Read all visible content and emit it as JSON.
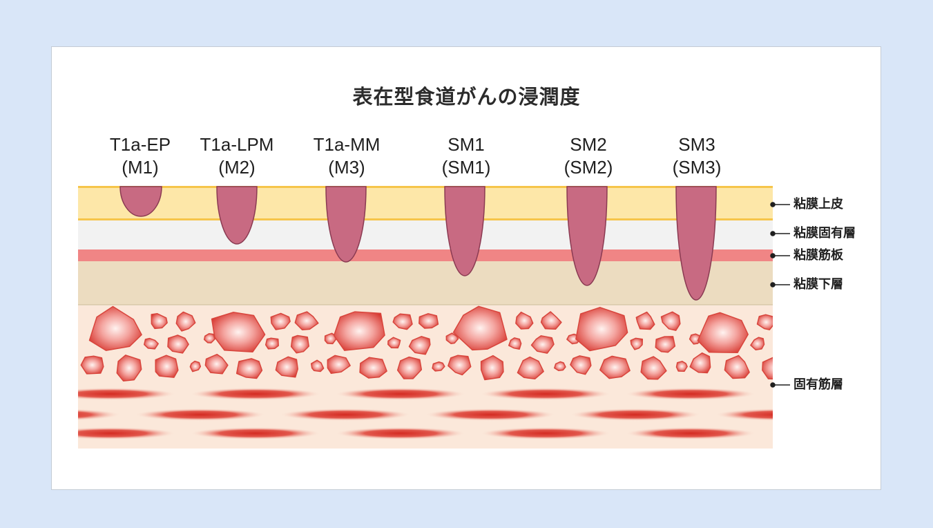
{
  "title": "表在型食道がんの浸潤度",
  "stages": [
    {
      "code": "T1a-EP",
      "alt": "(M1)"
    },
    {
      "code": "T1a-LPM",
      "alt": "(M2)"
    },
    {
      "code": "T1a-MM",
      "alt": "(M3)"
    },
    {
      "code": "SM1",
      "alt": "(SM1)"
    },
    {
      "code": "SM2",
      "alt": "(SM2)"
    },
    {
      "code": "SM3",
      "alt": "(SM3)"
    }
  ],
  "layers": {
    "epithelium": "粘膜上皮",
    "lamina_propria": "粘膜固有層",
    "muscularis_mucosae": "粘膜筋板",
    "submucosa": "粘膜下層",
    "muscularis_propria": "固有筋層"
  },
  "colors": {
    "background": "#d9e6f8",
    "epithelium": "#fde7a8",
    "epithelium_border": "#f6c54a",
    "lamina_propria": "#f2f2f2",
    "muscularis_mucosae": "#f08585",
    "submucosa": "#ecdcc0",
    "muscle_base": "#fbe8da",
    "muscle_fiber": "#d9342b",
    "tumor": "#c86a82",
    "tumor_outline": "#8a3a52"
  }
}
